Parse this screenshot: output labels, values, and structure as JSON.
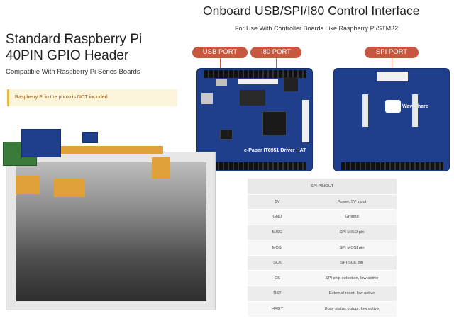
{
  "left": {
    "title": "Standard Raspberry Pi 40PIN GPIO Header",
    "subtitle": "Compatible With Raspberry Pi Series Boards",
    "note": "Raspberry Pi in the photo is NOT included"
  },
  "right": {
    "title": "Onboard USB/SPI/I80 Control Interface",
    "subtitle": "For Use With Controller Boards Like Raspberry Pi/STM32",
    "pills": {
      "usb": "USB PORT",
      "i80": "I80 PORT",
      "spi": "SPI PORT"
    },
    "board_label": "e-Paper IT8951 Driver HAT",
    "board_logo": "Waveshare"
  },
  "table": {
    "header": "SPI PINOUT",
    "rows": [
      {
        "pin": "5V",
        "desc": "Power, 5V input"
      },
      {
        "pin": "GND",
        "desc": "Ground"
      },
      {
        "pin": "MISO",
        "desc": "SPI MISO pin"
      },
      {
        "pin": "MOSI",
        "desc": "SPI MOSI pin"
      },
      {
        "pin": "SCK",
        "desc": "SPI SCK pin"
      },
      {
        "pin": "CS",
        "desc": "SPI chip selection, low active"
      },
      {
        "pin": "RST",
        "desc": "External reset, low active"
      },
      {
        "pin": "HRDY",
        "desc": "Busy status output, low active"
      }
    ]
  },
  "colors": {
    "accent": "#c8573f",
    "pcb": "#1f3f8c",
    "note_bg": "#fdf4dc"
  }
}
